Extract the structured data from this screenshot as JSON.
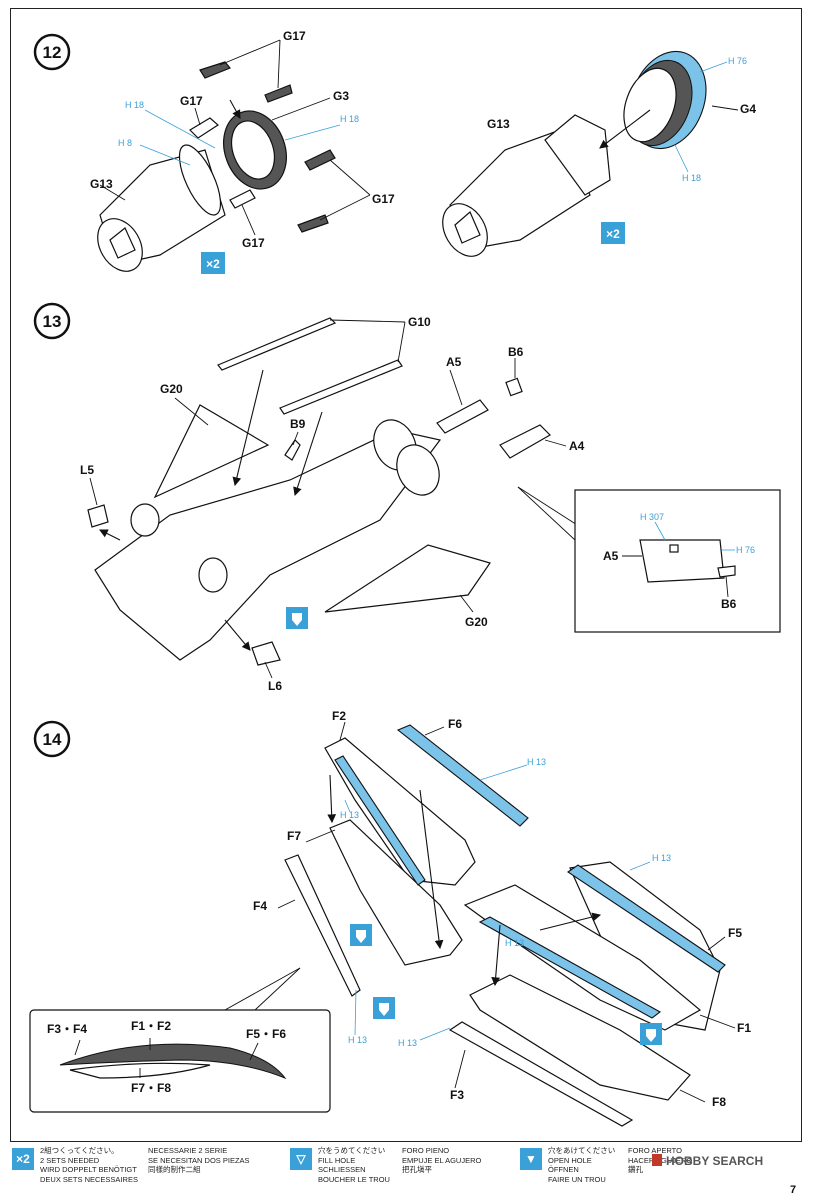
{
  "steps": [
    {
      "number": "12"
    },
    {
      "number": "13"
    },
    {
      "number": "14"
    }
  ],
  "step12": {
    "labels": {
      "g17": "G17",
      "g3": "G3",
      "g13": "G13",
      "g4": "G4"
    },
    "blue_labels": {
      "h18": "H 18",
      "h8": "H 8",
      "h76": "H 76"
    },
    "multiplier": "×2"
  },
  "step13": {
    "labels": {
      "g10": "G10",
      "g20": "G20",
      "b6": "B6",
      "a5": "A5",
      "a4": "A4",
      "b9": "B9",
      "l5": "L5",
      "l6": "L6"
    },
    "blue_labels": {
      "h307": "H 307",
      "h76": "H 76"
    }
  },
  "step14": {
    "labels": {
      "f2": "F2",
      "f6": "F6",
      "f7": "F7",
      "f4": "F4",
      "f5": "F5",
      "f1": "F1",
      "f3": "F3",
      "f8": "F8",
      "f3f4": "F3・F4",
      "f1f2": "F1・F2",
      "f5f6": "F5・F6",
      "f7f8": "F7・F8"
    },
    "blue_labels": {
      "h13": "H 13"
    }
  },
  "legend": {
    "sets": {
      "icon": "×2",
      "lines": [
        "2組つくってください。",
        "2 SETS NEEDED",
        "WIRD DOPPELT BENÖTIGT",
        "DEUX SETS NECESSAIRES"
      ],
      "lines2": [
        "NECESSARIE 2 SERIE",
        "SE NECESITAN DOS PIEZAS",
        "同樣的制作二組"
      ]
    },
    "fill": {
      "lines": [
        "穴をうめてください",
        "FILL HOLE",
        "SCHLIESSEN",
        "BOUCHER LE TROU"
      ],
      "lines2": [
        "FORO PIENO",
        "EMPUJE EL AGUJERO",
        "把孔塡平"
      ]
    },
    "open": {
      "lines": [
        "穴をあけてください",
        "OPEN HOLE",
        "ÖFFNEN",
        "FAIRE UN TROU"
      ],
      "lines2": [
        "FORO APERTO",
        "HACER AGUJERO",
        "鑽孔"
      ]
    }
  },
  "watermark": "HOBBY SEARCH",
  "page_number": "7",
  "colors": {
    "accent_blue": "#3aa0d8",
    "part_blue": "#7cc3ea"
  }
}
